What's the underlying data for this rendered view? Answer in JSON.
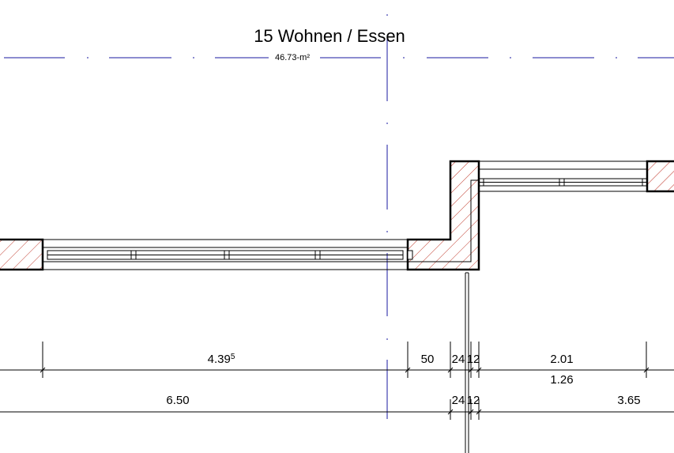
{
  "room": {
    "title": "15 Wohnen / Essen",
    "area": "46.73-m²"
  },
  "dimensions": {
    "row1": {
      "window_width_main": "4.39",
      "window_width_sup": "5",
      "step_offset": "50",
      "wall_24": "24",
      "wall_12": "12",
      "window_width_right": "2.01"
    },
    "row2": {
      "right_span": "1.26"
    },
    "row3": {
      "left_total": "6.50",
      "wall_24": "24",
      "wall_12": "12",
      "right_total": "3.65"
    }
  },
  "colors": {
    "linework": "#000000",
    "centerline": "#1a1aa0",
    "hatch": "#c0392b"
  }
}
